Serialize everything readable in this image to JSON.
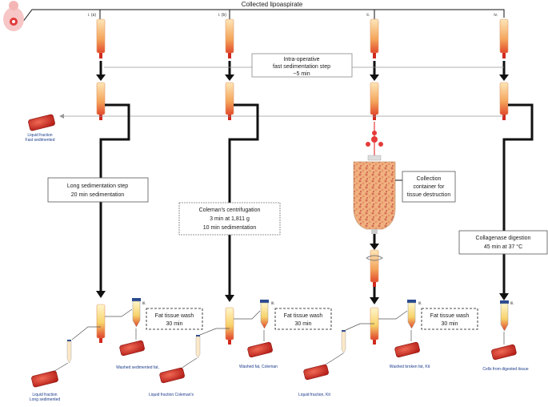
{
  "header": {
    "title": "Collected lipoaspirate"
  },
  "columns": [
    {
      "index_label": "i. (a)"
    },
    {
      "index_label": "i. (b)"
    },
    {
      "index_label": "ii."
    },
    {
      "index_label": "iv."
    }
  ],
  "steps": {
    "intraoperative": [
      "Intra-operative",
      "fast sedimentation step",
      "~5 min"
    ],
    "long_sedimentation": [
      "Long sedimentation step",
      "20 min sedimentation"
    ],
    "coleman": [
      "Coleman's centrifugation",
      "3 min at 1,811 g",
      "10 min sedimentation"
    ],
    "collection_container": [
      "Collection",
      "container for",
      "tissue destruction"
    ],
    "collagenase": [
      "Collagenase digestion",
      "45 min at 37 °C"
    ],
    "wash_a": [
      "Fat tissue wash",
      "30 min"
    ],
    "wash_b": [
      "Fat tissue wash",
      "30 min"
    ],
    "wash_c": [
      "Fat tissue wash",
      "30 min"
    ]
  },
  "wash_index": [
    "iii.",
    "iii.",
    "iii.",
    "iii."
  ],
  "outputs": {
    "liquid_fast": [
      "Liquid fraction",
      "Fast sedimented"
    ],
    "washed_sedimented": "Washed  sedimented fat,",
    "liquid_long": [
      "Liquid fraction",
      "Long sedimented"
    ],
    "washed_coleman": "Washed fat,  Coleman",
    "liquid_coleman": "Liquid fraction Coleman's",
    "washed_broken": "Washed  broken fat,  Kit",
    "liquid_kit": "Liquid fraction,  Kit",
    "cells_digested": "Cells from digested tissue"
  },
  "colors": {
    "line": "#111111",
    "thin_line": "#888888",
    "syringe_body": "#f6c58a",
    "syringe_fill": "#e9573f",
    "dish": "#d9302a",
    "label_text": "#1a3b8a",
    "bag_tissue": "#d98b5a"
  },
  "icons": [
    "patient-icon",
    "syringe-icon",
    "culture-dish-icon",
    "tube-icon",
    "valve-icon",
    "bag-icon"
  ]
}
